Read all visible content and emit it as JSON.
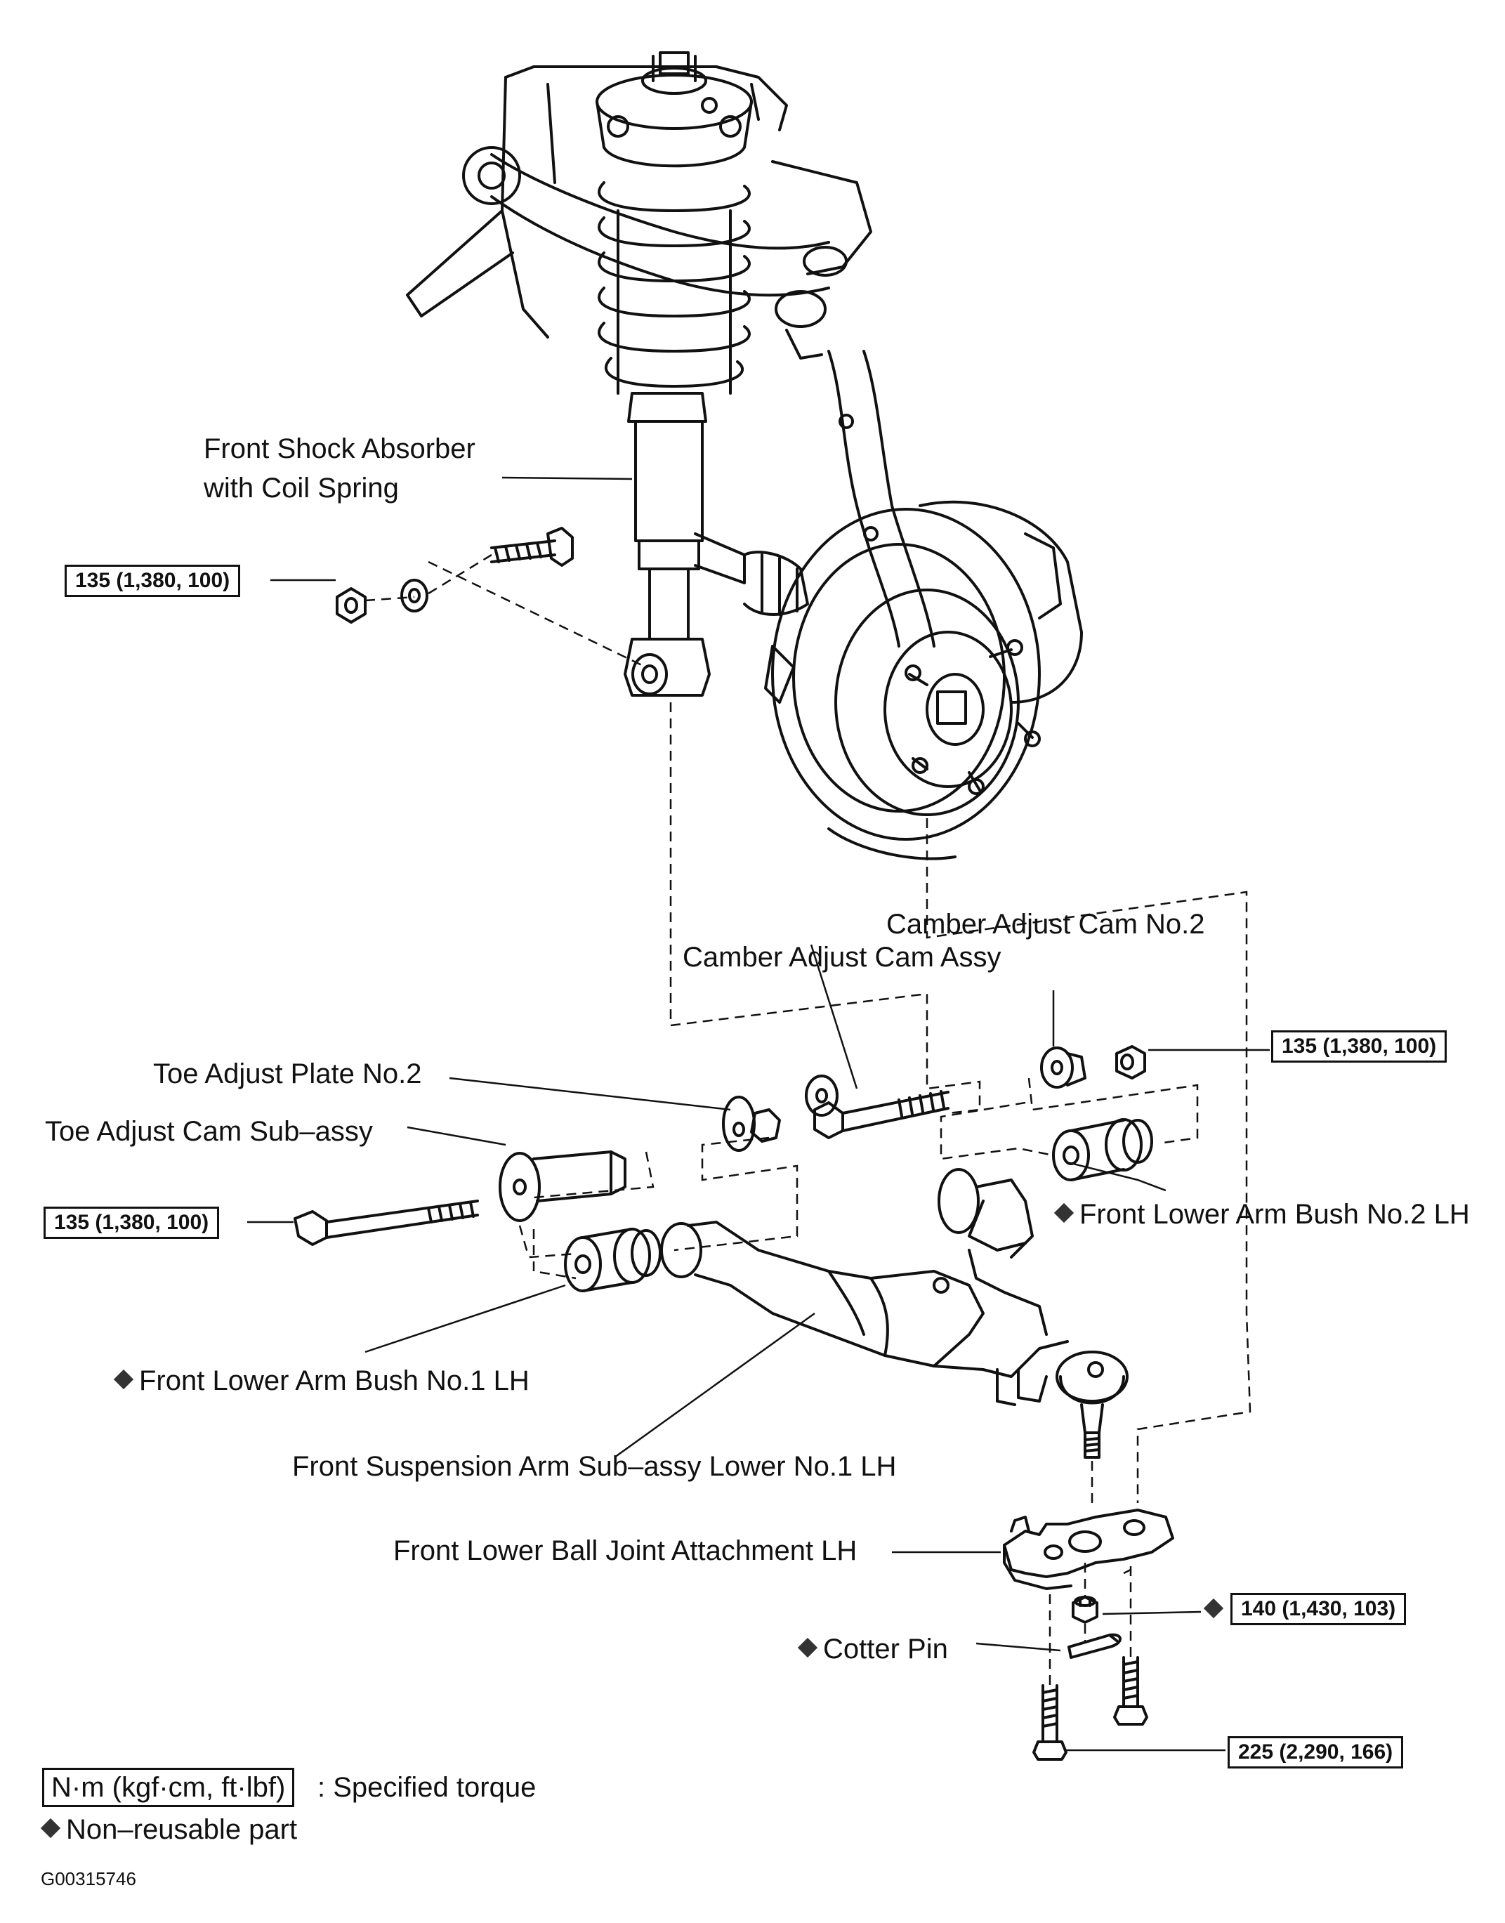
{
  "labels": {
    "shock_absorber_line1": "Front Shock Absorber",
    "shock_absorber_line2": "with Coil Spring",
    "camber_cam_no2": "Camber Adjust Cam No.2",
    "camber_cam_assy": "Camber Adjust Cam Assy",
    "toe_plate_no2": "Toe Adjust Plate No.2",
    "toe_cam_sub_assy": "Toe Adjust Cam Sub–assy",
    "bush_no2": "Front Lower Arm Bush No.2 LH",
    "bush_no1": "Front Lower Arm Bush No.1 LH",
    "arm_sub_assy": "Front Suspension Arm Sub–assy Lower No.1 LH",
    "ball_joint": "Front Lower Ball Joint Attachment LH",
    "cotter_pin": "Cotter Pin"
  },
  "torques": {
    "shock_nut": "135 (1,380, 100)",
    "camber_nut": "135 (1,380, 100)",
    "toe_bolt": "135 (1,380, 100)",
    "ball_joint_nut": "140 (1,430, 103)",
    "attachment_bolts": "225 (2,290, 166)"
  },
  "legend": {
    "unit": "N·m (kgf·cm, ft·lbf)",
    "unit_desc": ": Specified torque",
    "non_reusable": "Non–reusable part"
  },
  "figure_code": "G00315746"
}
